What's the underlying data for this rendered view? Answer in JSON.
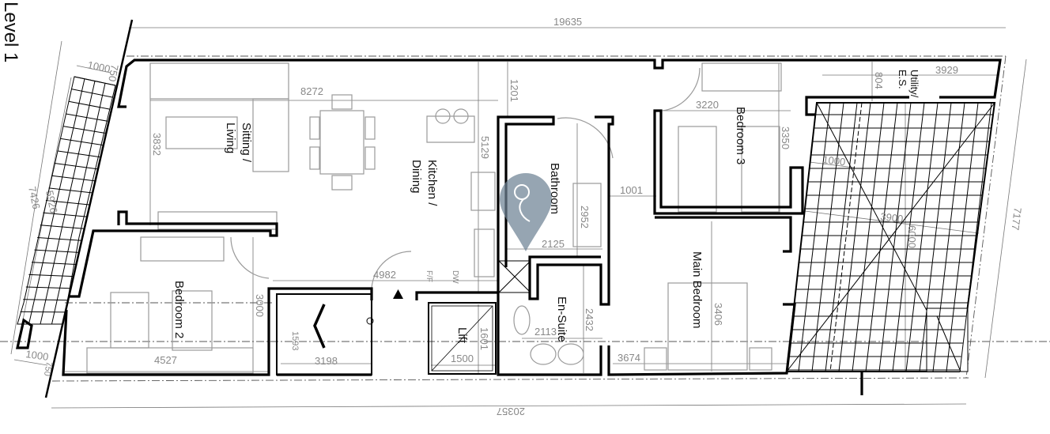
{
  "title": "Level 1",
  "rooms": {
    "sitting": "Sitting /",
    "living": "Living",
    "kitchen": "Kitchen /",
    "dining": "Dining",
    "bathroom": "Bathroom",
    "bedroom3": "Bedroom 3",
    "utility": "Utility/",
    "es": "E.S.",
    "main_bedroom": "Main Bedroom",
    "ensuite": "En-Suite",
    "lift": "Lift",
    "bedroom2": "Bedroom 2"
  },
  "appliances": {
    "ff": "F/F",
    "dw": "DW"
  },
  "dimensions": {
    "overall_top": "19635",
    "overall_bottom": "20357",
    "terrace_w_top": "1000",
    "terrace_d_top": "750",
    "terrace_len_outer": "7426",
    "terrace_len_inner": "5926",
    "living_len": "8272",
    "living_h": "3832",
    "kitchen_top": "1201",
    "kitchen_h": "5129",
    "bed3_w": "3220",
    "bed3_h": "3350",
    "utility_w": "3929",
    "utility_h": "804",
    "roof_1000": "1000",
    "roof_w": "3900",
    "roof_h": "6000",
    "right_len": "7177",
    "corridor_w": "1001",
    "bath_h": "2952",
    "bath_w": "2125",
    "hall_w": "4982",
    "bed2_h": "3000",
    "bed2_w": "4527",
    "stair_h": "1593",
    "stair_w": "3198",
    "lift_h": "1601",
    "lift_w": "1500",
    "ensuite_w": "2113",
    "ensuite_h": "2432",
    "main_w": "3674",
    "main_h": "3406",
    "terrace_w_bottom": "1000",
    "terrace_d_bottom": "750"
  },
  "colors": {
    "wall": "#000000",
    "furniture": "#9a9a9a",
    "dimension": "#888888",
    "pin": "#6f8294"
  }
}
